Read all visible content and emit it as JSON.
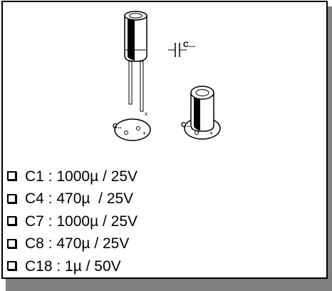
{
  "illustration": {
    "ceramic_label": "C...",
    "radial_label": "C..",
    "smd_label": "C..",
    "polarity_mark": "x"
  },
  "parts": [
    {
      "text": "C1 : 1000µ / 25V"
    },
    {
      "text": "C4 : 470µ  / 25V"
    },
    {
      "text": "C7 : 1000µ / 25V"
    },
    {
      "text": "C8 : 470µ / 25V"
    },
    {
      "text": "C18 : 1µ / 50V"
    }
  ]
}
